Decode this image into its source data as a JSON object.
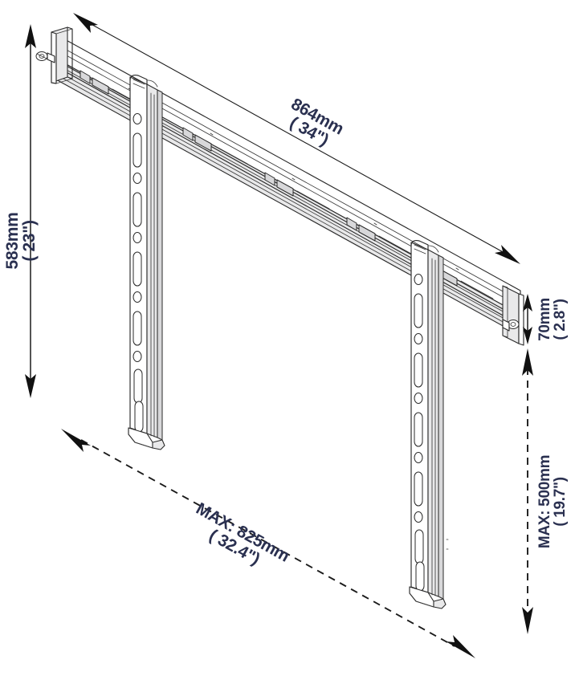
{
  "diagram": {
    "title": "TV Wall Mount Bracket Dimension Drawing",
    "type": "technical-line-drawing",
    "view": "isometric",
    "text_color": "#2a3050",
    "line_color": "#2b2b2b",
    "background_color": "#ffffff"
  },
  "dimensions": {
    "height": {
      "id": "vertical-height",
      "label_mm": "583mm",
      "label_in": "( 23\")",
      "value_mm": 583,
      "value_in": 23,
      "orientation": "vertical",
      "position": "left",
      "line_style": "solid",
      "arrows": "both"
    },
    "width": {
      "id": "horizontal-width",
      "label_mm": "864mm",
      "label_in": "( 34\")",
      "value_mm": 864,
      "value_in": 34,
      "orientation": "diagonal",
      "position": "top",
      "line_style": "solid",
      "arrows": "both"
    },
    "depth": {
      "id": "bracket-depth",
      "label_mm": "70mm",
      "label_in": "( 2.8\")",
      "value_mm": 70,
      "value_in": 2.8,
      "orientation": "vertical",
      "position": "right",
      "line_style": "solid",
      "arrows": "both"
    },
    "max_vertical": {
      "id": "max-vertical-adjustment",
      "label_mm": "MAX: 500mm",
      "label_in": "( 19.7\")",
      "value_mm": 500,
      "value_in": 19.7,
      "orientation": "vertical",
      "position": "right-lower",
      "line_style": "dashed",
      "arrows": "both"
    },
    "max_horizontal": {
      "id": "max-horizontal-adjustment",
      "label_mm": "MAX: 825mm",
      "label_in": "( 32.4\")",
      "value_mm": 825,
      "value_in": 32.4,
      "orientation": "diagonal",
      "position": "bottom-left",
      "line_style": "dashed",
      "arrows": "both"
    }
  },
  "parts": {
    "top_rail": "horizontal-wall-rail",
    "left_arm": "left-vertical-arm",
    "right_arm": "right-vertical-arm",
    "left_end_cap": "left-end-cap",
    "right_end_cap": "right-end-cap"
  }
}
